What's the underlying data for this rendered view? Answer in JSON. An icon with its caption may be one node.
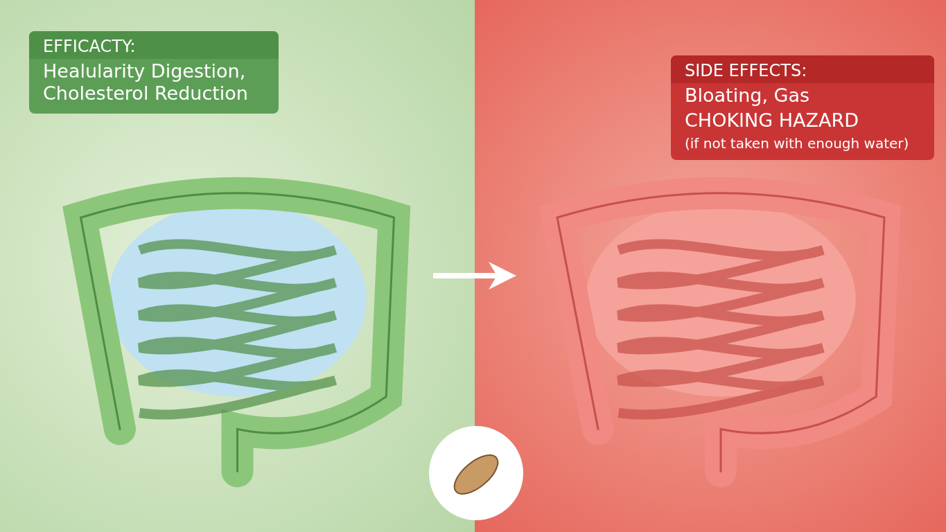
{
  "diagram": {
    "nodes": [
      {
        "text": [
          "EFFICACTY:",
          "Healularity Digestion, Cholesterol Reduction"
        ]
      },
      {
        "text": [
          "SIDE EFFECTS:",
          "Bloating, Gas",
          "CHOKING HAZARD",
          "(if not taken with enough water)"
        ]
      },
      {
        "text": [],
        "shape": "picture"
      },
      {
        "text": [],
        "shape": "picture"
      }
    ],
    "edges": [
      {
        "from": 2,
        "to": 3,
        "arrow": "to"
      }
    ]
  }
}
